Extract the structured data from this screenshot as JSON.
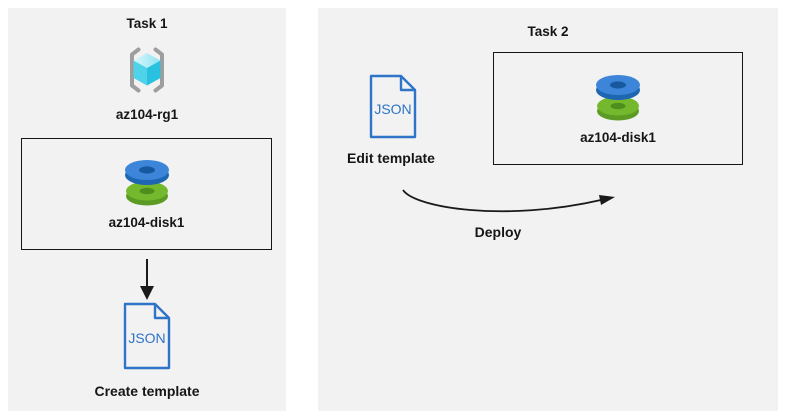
{
  "diagram": {
    "task1": {
      "title": "Task 1",
      "resource_group": {
        "label": "az104-rg1"
      },
      "disk": {
        "label": "az104-disk1"
      },
      "template_file": {
        "icon_text": "JSON"
      },
      "action_label": "Create template"
    },
    "task2": {
      "title": "Task 2",
      "template_file": {
        "icon_text": "JSON"
      },
      "edit_label": "Edit template",
      "disk": {
        "label": "az104-disk1"
      },
      "deploy_label": "Deploy"
    },
    "colors": {
      "page_background": "#ffffff",
      "panel_background": "#f2f2f2",
      "box_border": "#161616",
      "text": "#161616",
      "arrow_black": "#1a1a1a",
      "json_blue": "#2e74c9",
      "disk_blue_top": "#3d85d9",
      "disk_blue_side": "#1e66b2",
      "disk_blue_hole": "#17599e",
      "disk_green_top": "#74b92d",
      "disk_green_side": "#5c9b23",
      "disk_green_hole": "#4f8d1c",
      "cube_cyan_light": "#d9f7fc",
      "cube_cyan_mid": "#4fd3eb",
      "cube_cyan_dark": "#28c1df",
      "bracket_gray": "#9e9e9e"
    }
  }
}
